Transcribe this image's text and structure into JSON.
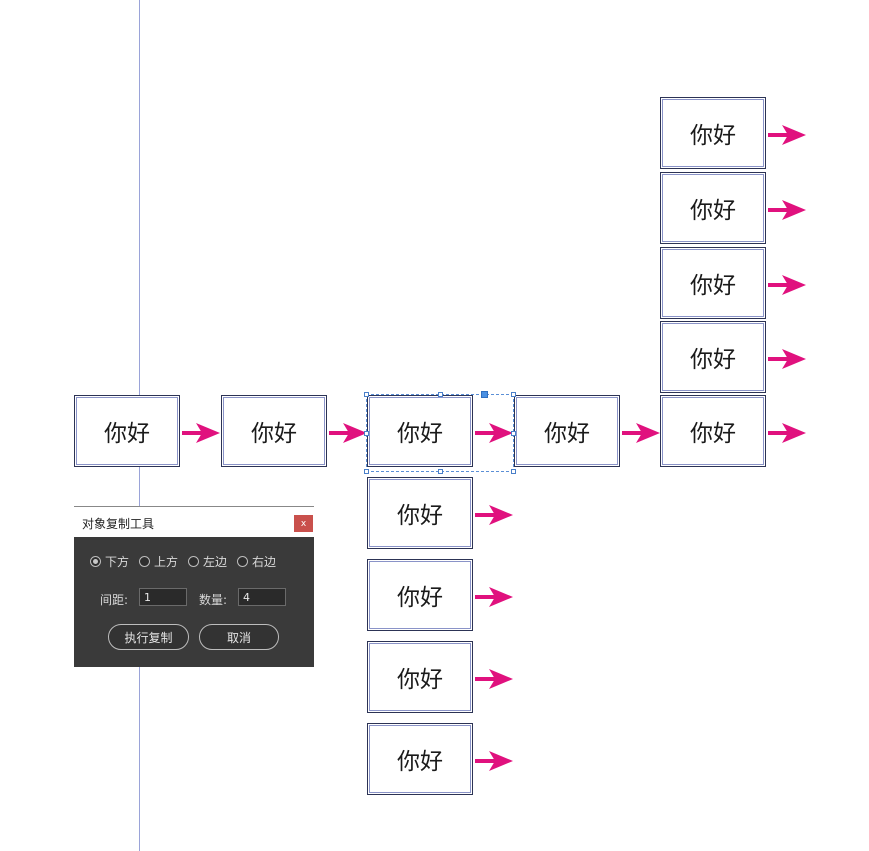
{
  "canvas": {
    "box_text": "你好",
    "accent_color": "#e0117e"
  },
  "dialog": {
    "title": "对象复制工具",
    "close_label": "x",
    "direction_options": [
      {
        "label": "下方",
        "checked": true
      },
      {
        "label": "上方",
        "checked": false
      },
      {
        "label": "左边",
        "checked": false
      },
      {
        "label": "右边",
        "checked": false
      }
    ],
    "spacing_label": "间距:",
    "spacing_value": "1",
    "count_label": "数量:",
    "count_value": "4",
    "execute_label": "执行复制",
    "cancel_label": "取消"
  }
}
